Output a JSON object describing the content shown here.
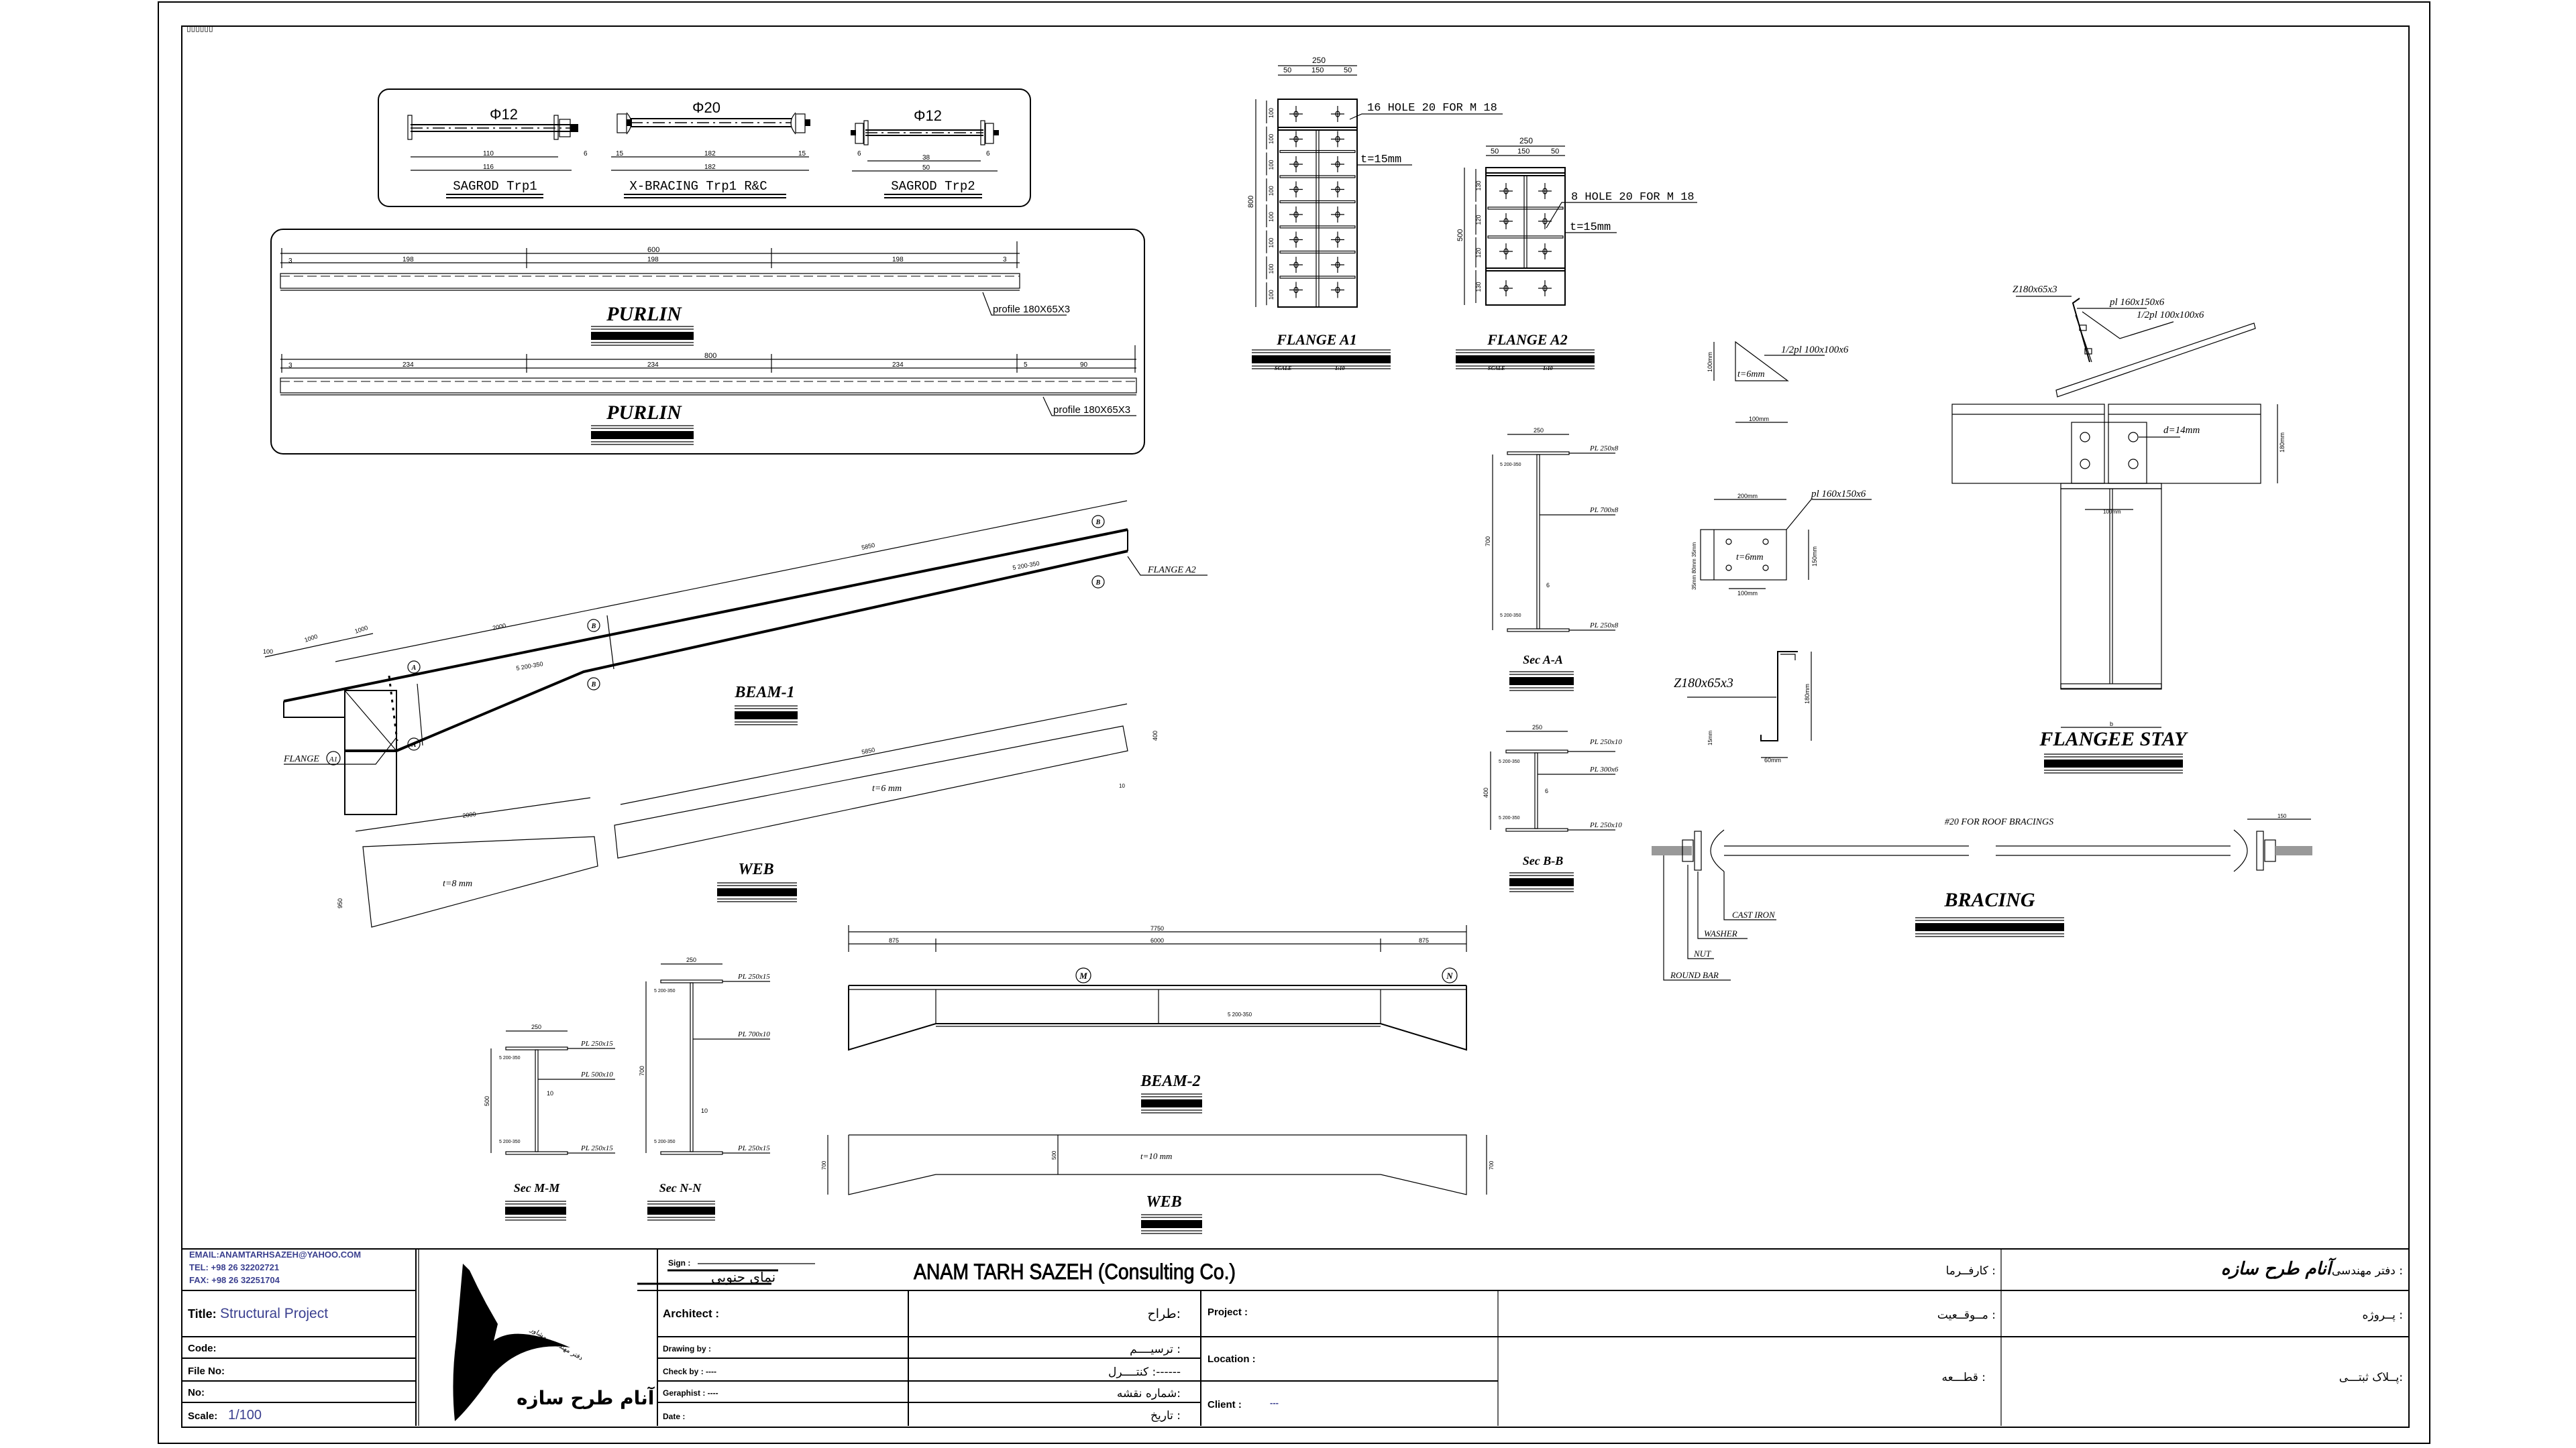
{
  "sheet": {
    "corner_label": "▯▯▯▯▯▯"
  },
  "sagrods": {
    "items": [
      {
        "dia": "Φ12",
        "title": "SAGROD Trp1",
        "dims": [
          "110",
          "116",
          "6"
        ]
      },
      {
        "dia": "Φ20",
        "title": "X-BRACING Trp1 R&C",
        "dims": [
          "15",
          "182",
          "15",
          "182"
        ]
      },
      {
        "dia": "Φ12",
        "title": "SAGROD Trp2",
        "dims": [
          "6",
          "38",
          "6",
          "50"
        ]
      }
    ]
  },
  "purlins": [
    {
      "title": "PURLIN",
      "profile": "profile 180X65X3",
      "total": "600",
      "segments": [
        "3",
        "198",
        "198",
        "198",
        "3"
      ]
    },
    {
      "title": "PURLIN",
      "profile": "profile 180X65X3",
      "total": "800",
      "segments": [
        "3",
        "234",
        "234",
        "234",
        "5",
        "90"
      ]
    }
  ],
  "flange_a1": {
    "title": "FLANGE   A1",
    "scale_label": "SCALE",
    "scale": "1:10",
    "width_dims": [
      "250",
      "50",
      "150",
      "50"
    ],
    "height_dim": "800",
    "row_dims": [
      "100",
      "100",
      "100",
      "100",
      "100",
      "100",
      "100",
      "100"
    ],
    "holes_note": "16 HOLE 20 FOR M 18",
    "thickness": "t=15mm"
  },
  "flange_a2": {
    "title": "FLANGE  A2",
    "scale_label": "SCALE",
    "scale": "1:10",
    "width_dims": [
      "250",
      "50",
      "150",
      "50"
    ],
    "height_dim": "500",
    "row_dims": [
      "130",
      "120",
      "120",
      "130"
    ],
    "holes_note": "8 HOLE 20 FOR M 18",
    "thickness": "t=15mm"
  },
  "beam1": {
    "title": "BEAM-1",
    "dims": [
      "100",
      "1000",
      "1000",
      "2000",
      "5850"
    ],
    "flange_a1": "FLANGE",
    "flange_a1_tag": "A1",
    "flange_a2": "FLANGE   A2",
    "section_marks": [
      "A",
      "A",
      "B",
      "B",
      "B",
      "B"
    ],
    "weld": "5 200-350"
  },
  "web1": {
    "title": "WEB",
    "t_small": "t=8 mm",
    "t_large": "t=6 mm",
    "dim_small": "2000",
    "dim_large": "5850",
    "h_small": "950",
    "h_large": "400",
    "end": "10"
  },
  "sec_aa": {
    "title": "Sec A-A",
    "width": "250",
    "height": "700",
    "web_t": "6",
    "top": "PL 250x8",
    "web": "PL 700x8",
    "bottom": "PL 250x8",
    "weld": "5 200-350"
  },
  "sec_bb": {
    "title": "Sec B-B",
    "width": "250",
    "height": "400",
    "web_t": "6",
    "top": "PL 250x10",
    "web": "PL 300x6",
    "bottom": "PL 250x10",
    "weld": "5 200-350"
  },
  "gusset": {
    "label": "1/2pl 100x100x6",
    "t": "t=6mm",
    "h": "100mm",
    "w": "100mm"
  },
  "plate": {
    "label": "pl 160x150x6",
    "t": "t=6mm",
    "w": "200mm",
    "h": "150mm",
    "hole_spacing": "100mm",
    "edge_dims": "35mm 80mm 35mm"
  },
  "zsection": {
    "label": "Z180x65x3",
    "h": "180mm",
    "w": "60mm",
    "lip": "15mm"
  },
  "flangee_stay": {
    "title": "FLANGEE STAY",
    "z": "Z180x65x3",
    "pl": "pl 160x150x6",
    "half_pl": "1/2pl 100x100x6",
    "bolt": "d=14mm",
    "height": "180mm",
    "spacing": "100mm",
    "width": "b"
  },
  "bracing": {
    "title": "BRACING",
    "note": "#20 FOR ROOF BRACINGS",
    "cast_iron": "CAST IRON",
    "washer": "WASHER",
    "nut": "NUT",
    "round_bar": "ROUND BAR",
    "dim": "150"
  },
  "beam2": {
    "title": "BEAM-2",
    "total": "7750",
    "segments": [
      "875",
      "6000",
      "875"
    ],
    "marks": [
      "M",
      "N"
    ],
    "weld": "5 200-350"
  },
  "web2": {
    "title": "WEB",
    "t": "t=10 mm",
    "h_end": "700",
    "h_mid": "500"
  },
  "sec_mm": {
    "title": "Sec M-M",
    "width": "250",
    "height": "500",
    "web_t": "10",
    "top": "PL 250x15",
    "web": "PL 500x10",
    "bottom": "PL 250x15",
    "weld": "5 200-350"
  },
  "sec_nn": {
    "title": "Sec N-N",
    "width": "250",
    "height": "700",
    "web_t": "10",
    "top": "PL 250x15",
    "web": "PL 700x10",
    "bottom": "PL 250x15",
    "weld": "5 200-350"
  },
  "title_block": {
    "email": "EMAIL:ANAMTARHSAZEH@YAHOO.COM",
    "tel": "TEL: +98 26  32202721",
    "fax": "FAX: +98 26  32251704",
    "title_label": "Title:",
    "title_value": "Structural Project",
    "code": "Code:",
    "file_no": "File No:",
    "no": "No:",
    "scale_label": "Scale:",
    "scale_value": "1/100",
    "logo_text": "آنام طرح سازه",
    "logo_arc_text": "دفتر مهندسین مشاور",
    "sign": "Sign :",
    "stamp": "نمای جنوبی",
    "architect": "Architect :",
    "drawing_by": "Drawing by :",
    "check_by": "Check by :  ----",
    "geraphist": "Geraphist : ----",
    "date": "Date :",
    "company": "ANAM TARH SAZEH (Consulting Co.)",
    "fa_designer": "طراح:",
    "fa_drafting": "ترسیــــم :",
    "fa_control": "کنتــــرل :------",
    "fa_sheet_no": "شماره نقشه:",
    "fa_date": "تاریخ :",
    "project": "Project :",
    "location": "Location :",
    "client": "Client :",
    "client_value": "---",
    "fa_employer": "کارفــرما :",
    "fa_location": "مــوقــعیت :",
    "fa_parcel": "قطـــعه :",
    "fa_office": "دفتر مهندسی :",
    "fa_office_name": "آنام طرح سازه",
    "fa_project": "پــروژه :",
    "fa_plate": "پــلاک ثبتـــی:"
  }
}
